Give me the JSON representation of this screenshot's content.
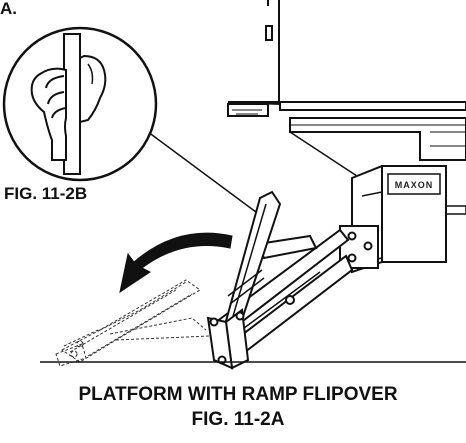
{
  "top_fragment": "A.",
  "inset_label": "FIG. 11-2B",
  "logo": "MAXON",
  "caption": {
    "line1": "PLATFORM WITH RAMP FLIPOVER",
    "line2": "FIG. 11-2A"
  },
  "colors": {
    "ink": "#111111",
    "paper": "#ffffff",
    "gray": "#888888"
  },
  "icons": {
    "hand": "hand-grip-icon",
    "arrow": "curved-arrow-icon"
  }
}
